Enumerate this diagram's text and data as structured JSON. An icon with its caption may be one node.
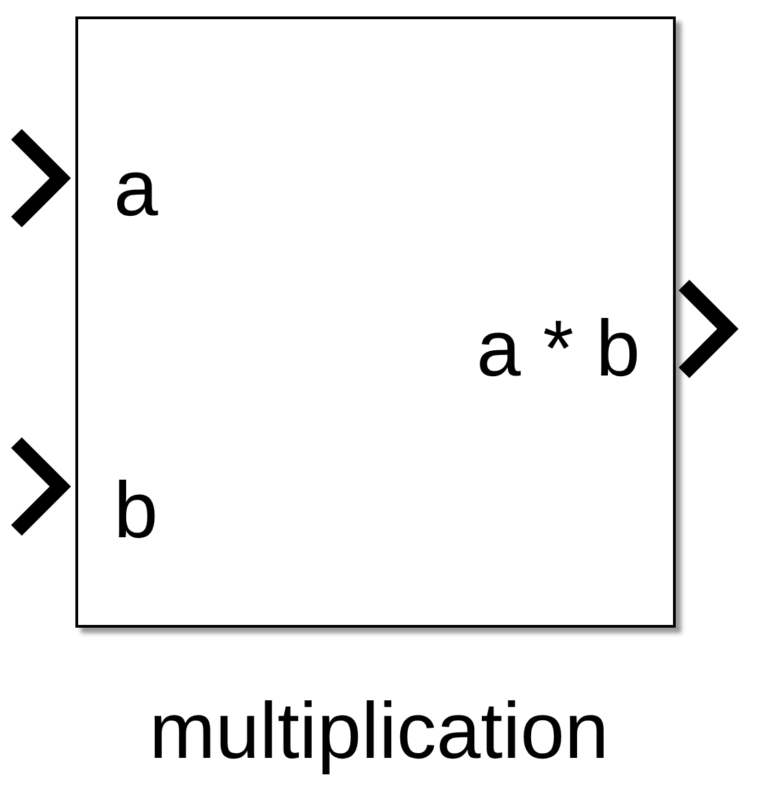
{
  "diagram": {
    "nodes": [
      {
        "text": [
          "a",
          "b",
          "a * b"
        ],
        "beside": [
          "multiplication"
        ]
      }
    ]
  }
}
